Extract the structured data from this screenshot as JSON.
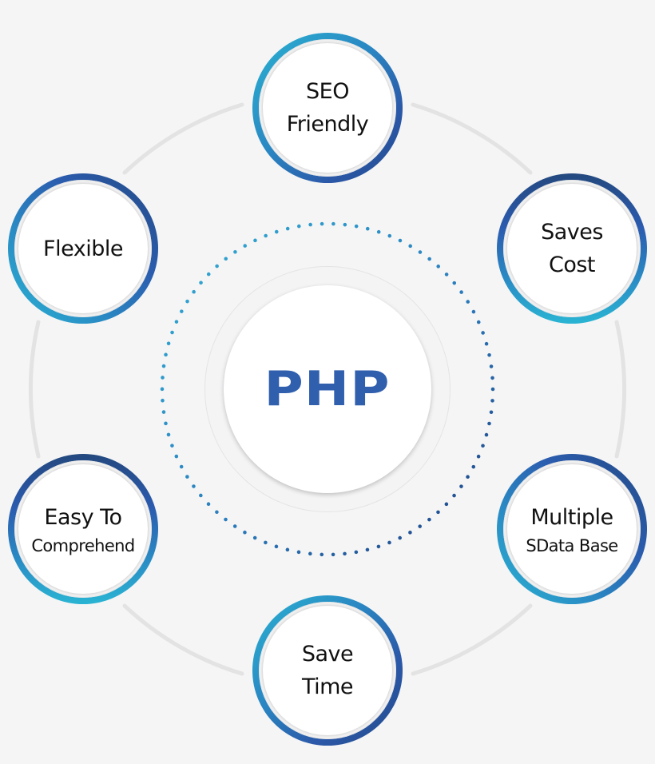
{
  "diagram": {
    "center": {
      "label": "PHP",
      "color": "#2f5fad"
    },
    "nodes": [
      {
        "id": "seo",
        "line1": "SEO",
        "line2": "Friendly"
      },
      {
        "id": "cost",
        "line1": "Saves",
        "line2": "Cost"
      },
      {
        "id": "database",
        "line1": "Multiple",
        "line2": "SData Base"
      },
      {
        "id": "time",
        "line1": "Save",
        "line2": "Time"
      },
      {
        "id": "comprehend",
        "line1": "Easy To",
        "line2": "Comprehend"
      },
      {
        "id": "flexible",
        "line1": "Flexible",
        "line2": ""
      }
    ],
    "colors": {
      "background": "#f5f5f5",
      "ring_light": "#2aaed0",
      "ring_mid": "#2c5fb0",
      "ring_dark": "#1f4a80",
      "connector": "#e4e4e4",
      "dot_light": "#2fa3cc",
      "dot_dark": "#234d8f"
    }
  }
}
